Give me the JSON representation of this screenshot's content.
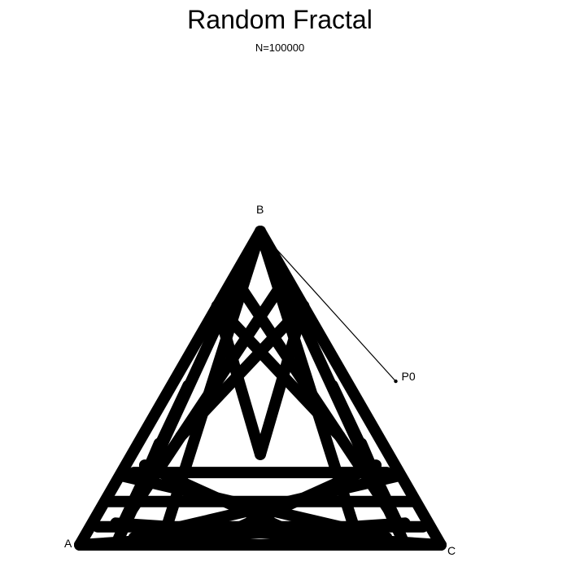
{
  "chart_data": {
    "type": "scatter",
    "title": "Random Fractal",
    "subtitle": "N=100000",
    "xlabel": "",
    "ylabel": "",
    "grid": false,
    "axes_visible": false,
    "legend": "none",
    "xlim": [
      0.0,
      1.0
    ],
    "ylim": [
      0.0,
      0.88
    ],
    "colors": {
      "points": "#000000",
      "path": "#000000",
      "background": "#ffffff"
    },
    "vertices": [
      {
        "label": "A",
        "x": 0.0,
        "y": 0.0
      },
      {
        "label": "B",
        "x": 0.5,
        "y": 0.866
      },
      {
        "label": "C",
        "x": 1.0,
        "y": 0.0
      }
    ],
    "start_point": {
      "label": "P0",
      "x": 0.875,
      "y": 0.452
    },
    "initial_path": [
      {
        "x": 0.875,
        "y": 0.452
      },
      {
        "x": 0.5,
        "y": 0.866
      },
      {
        "x": 0.75,
        "y": 0.433
      },
      {
        "x": 0.875,
        "y": 0.2165
      },
      {
        "x": 0.9375,
        "y": 0.108
      },
      {
        "x": 0.96875,
        "y": 0.054
      }
    ],
    "attractor_segments": [
      {
        "x1": 0.5,
        "y1": 0.866,
        "x2": 0.0,
        "y2": 0.0
      },
      {
        "x1": 0.5,
        "y1": 0.866,
        "x2": 0.1,
        "y2": 0.0
      },
      {
        "x1": 0.5,
        "y1": 0.866,
        "x2": 0.225,
        "y2": 0.0
      },
      {
        "x1": 0.5,
        "y1": 0.866,
        "x2": 0.775,
        "y2": 0.0
      },
      {
        "x1": 0.5,
        "y1": 0.866,
        "x2": 0.9,
        "y2": 0.0
      },
      {
        "x1": 0.5,
        "y1": 0.866,
        "x2": 1.0,
        "y2": 0.0
      },
      {
        "x1": 0.44,
        "y1": 0.72,
        "x2": 0.88,
        "y2": 0.06
      },
      {
        "x1": 0.56,
        "y1": 0.72,
        "x2": 0.12,
        "y2": 0.06
      },
      {
        "x1": 0.38,
        "y1": 0.66,
        "x2": 0.72,
        "y2": 0.3
      },
      {
        "x1": 0.62,
        "y1": 0.66,
        "x2": 0.28,
        "y2": 0.3
      },
      {
        "x1": 0.38,
        "y1": 0.66,
        "x2": 0.5,
        "y2": 0.25
      },
      {
        "x1": 0.62,
        "y1": 0.66,
        "x2": 0.5,
        "y2": 0.25
      },
      {
        "x1": 0.0,
        "y1": 0.0,
        "x2": 1.0,
        "y2": 0.0
      },
      {
        "x1": 0.0,
        "y1": 0.0,
        "x2": 0.9,
        "y2": 0.06
      },
      {
        "x1": 1.0,
        "y1": 0.0,
        "x2": 0.1,
        "y2": 0.06
      },
      {
        "x1": 0.05,
        "y1": 0.05,
        "x2": 0.95,
        "y2": 0.05
      },
      {
        "x1": 0.08,
        "y1": 0.12,
        "x2": 0.92,
        "y2": 0.12
      },
      {
        "x1": 0.15,
        "y1": 0.2,
        "x2": 0.85,
        "y2": 0.2
      },
      {
        "x1": 0.12,
        "y1": 0.19,
        "x2": 0.85,
        "y2": 0.02
      },
      {
        "x1": 0.88,
        "y1": 0.19,
        "x2": 0.15,
        "y2": 0.02
      },
      {
        "x1": 0.18,
        "y1": 0.22,
        "x2": 0.6,
        "y2": 0.03
      },
      {
        "x1": 0.82,
        "y1": 0.22,
        "x2": 0.4,
        "y2": 0.03
      },
      {
        "x1": 0.22,
        "y1": 0.28,
        "x2": 0.1,
        "y2": 0.0
      },
      {
        "x1": 0.78,
        "y1": 0.28,
        "x2": 0.9,
        "y2": 0.0
      },
      {
        "x1": 0.3,
        "y1": 0.44,
        "x2": 0.12,
        "y2": 0.06
      },
      {
        "x1": 0.7,
        "y1": 0.44,
        "x2": 0.88,
        "y2": 0.06
      }
    ],
    "iterations": 100000
  }
}
